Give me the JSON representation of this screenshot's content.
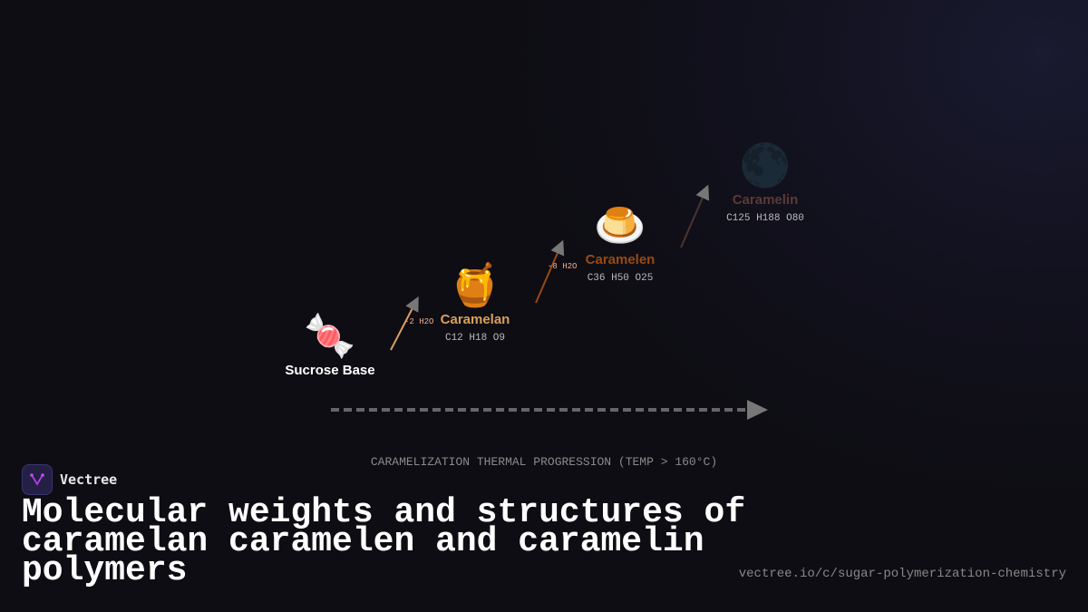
{
  "diagram": {
    "nodes": [
      {
        "emoji": "🍬",
        "name": "Sucrose Base",
        "formula": "",
        "color": "#ffffff"
      },
      {
        "emoji": "🍯",
        "name": "Caramelan",
        "formula": "C12 H18 O9",
        "color": "#d9a05a"
      },
      {
        "emoji": "🍮",
        "name": "Caramelen",
        "formula": "C36 H50 O25",
        "color": "#9a4a12"
      },
      {
        "emoji": "🌑",
        "name": "Caramelin",
        "formula": "C125 H188 O80",
        "color": "#5a3a34"
      }
    ],
    "losses": [
      "-2 H2O",
      "-8 H2O",
      ""
    ],
    "arrow_colors": [
      "#d9a060",
      "#9a4a12",
      "#4a3430"
    ],
    "axis_label": "CARAMELIZATION THERMAL PROGRESSION (TEMP > 160°C)"
  },
  "brand": {
    "name": "Vectree",
    "accent": "#b040e0"
  },
  "title": "Molecular weights and structures of caramelan caramelen and caramelin polymers",
  "url": "vectree.io/c/sugar-polymerization-chemistry"
}
